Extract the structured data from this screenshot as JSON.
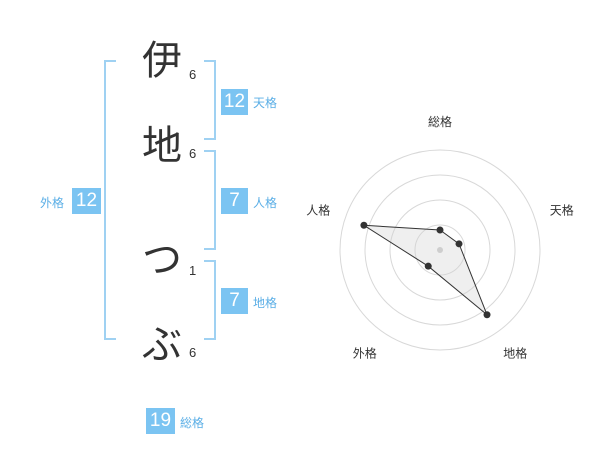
{
  "colors": {
    "badge": "#7bc4f2",
    "bracket": "#9fd1f2",
    "label": "#5aaee6"
  },
  "characters": [
    {
      "char": "伊",
      "strokes": "6"
    },
    {
      "char": "地",
      "strokes": "6"
    },
    {
      "char": "つ",
      "strokes": "1"
    },
    {
      "char": "ぶ",
      "strokes": "6"
    }
  ],
  "fortunes": {
    "tenkaku": {
      "value": "12",
      "label": "天格"
    },
    "jinkaku": {
      "value": "7",
      "label": "人格"
    },
    "chikaku": {
      "value": "7",
      "label": "地格"
    },
    "gaikaku": {
      "value": "12",
      "label": "外格"
    },
    "soukaku": {
      "value": "19",
      "label": "総格"
    }
  },
  "chart_data": {
    "type": "radar",
    "axes": [
      "総格",
      "天格",
      "地格",
      "外格",
      "人格"
    ],
    "max": 5,
    "rings": 4,
    "values": [
      1,
      1,
      4,
      1,
      4
    ]
  }
}
